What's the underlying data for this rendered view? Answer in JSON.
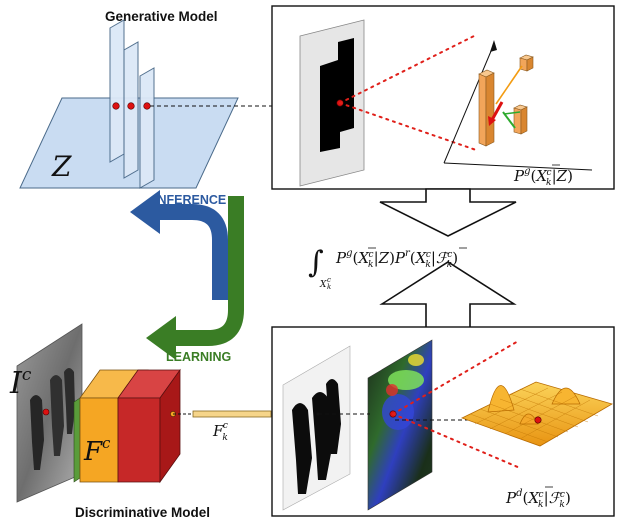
{
  "titles": {
    "generative": "Generative Model",
    "discriminative": "Discriminative Model"
  },
  "arrows": {
    "inference": "INFERENCE",
    "learning": "LEARNING"
  },
  "symbols": {
    "z_plane": "Z",
    "image": "I",
    "image_sup": "c",
    "feature": "F",
    "feature_sup": "c",
    "feature_vec": "F",
    "feature_vec_sup": "c",
    "feature_vec_sub": "k"
  },
  "formulas": {
    "generative": "P^g(X_k^c | Z)",
    "integral": "∫_{X_k^c} P^g(X_k^c|Z) P^r(X_k^c|F_k^c)",
    "discriminative": "P^d(X_k^c | F_k^c)"
  },
  "colors": {
    "inference_arrow": "#2c5aa0",
    "learning_arrow": "#3a7d25",
    "plane_fill": "#c9dcf2",
    "cuboid_orange": "#f5a623",
    "cuboid_red": "#cc2222",
    "cuboid_green": "#5a9c3a",
    "surface_fill": "#f3a91e",
    "marker_red": "#dd1111",
    "dotted_red": "#e0201a"
  }
}
